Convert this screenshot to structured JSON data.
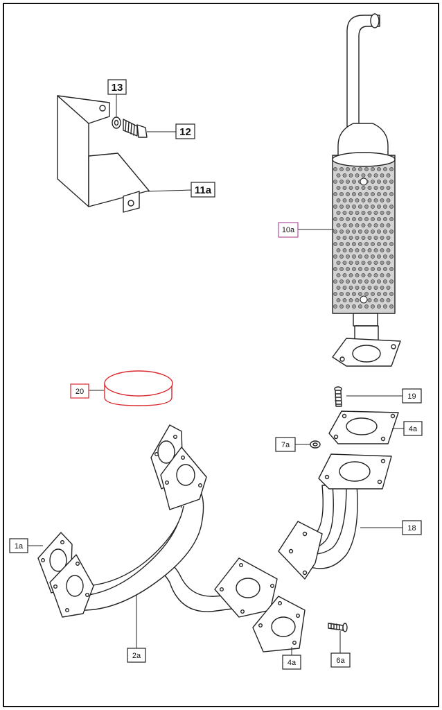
{
  "labels": {
    "p13": "13",
    "p12": "12",
    "p11a": "11a",
    "p10a": "10a",
    "p20": "20",
    "p19": "19",
    "p4a_top": "4a",
    "p7a": "7a",
    "p18": "18",
    "p1a": "1a",
    "p2a": "2a",
    "p4a_bottom": "4a",
    "p6a": "6a"
  },
  "colors": {
    "highlight_20": "#d9262c",
    "highlight_10a": "#b0529b",
    "line": "#222222"
  }
}
